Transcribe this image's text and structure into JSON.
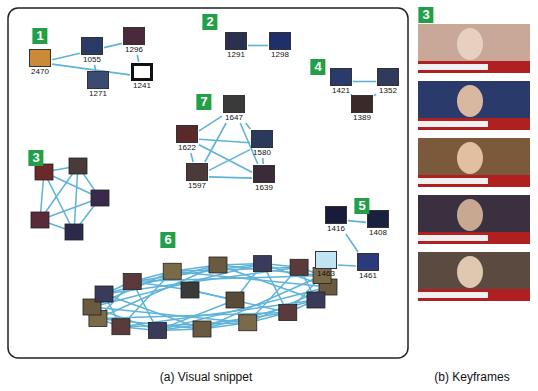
{
  "diagram": {
    "nodes": [
      {
        "text": [
          "1055"
        ]
      },
      {
        "text": [
          "1296"
        ]
      },
      {
        "text": [
          "2470"
        ]
      },
      {
        "text": [
          "1271"
        ]
      },
      {
        "text": [
          "1241"
        ]
      },
      {
        "text": [
          "1291"
        ]
      },
      {
        "text": [
          "1298"
        ]
      },
      {
        "text": [
          "1421"
        ]
      },
      {
        "text": [
          "1352"
        ]
      },
      {
        "text": [
          "1389"
        ]
      },
      {
        "text": [
          "1647"
        ]
      },
      {
        "text": [
          "1622"
        ]
      },
      {
        "text": [
          "1580"
        ]
      },
      {
        "text": [
          "1597"
        ]
      },
      {
        "text": [
          "1639"
        ]
      },
      {
        "text": [
          "1416"
        ]
      },
      {
        "text": [
          "1408"
        ]
      },
      {
        "text": [
          "1463"
        ]
      },
      {
        "text": [
          "1461"
        ]
      }
    ],
    "edges": [
      {
        "from": 2,
        "to": 0,
        "arrow": "none"
      },
      {
        "from": 0,
        "to": 1,
        "arrow": "none"
      },
      {
        "from": 0,
        "to": 3,
        "arrow": "none"
      },
      {
        "from": 1,
        "to": 4,
        "arrow": "none"
      },
      {
        "from": 2,
        "to": 4,
        "arrow": "none"
      },
      {
        "from": 5,
        "to": 6,
        "arrow": "none"
      },
      {
        "from": 7,
        "to": 8,
        "arrow": "none"
      },
      {
        "from": 7,
        "to": 9,
        "arrow": "none"
      },
      {
        "from": 8,
        "to": 9,
        "arrow": "none"
      },
      {
        "from": 10,
        "to": 11,
        "arrow": "none"
      },
      {
        "from": 10,
        "to": 12,
        "arrow": "none"
      },
      {
        "from": 10,
        "to": 13,
        "arrow": "none"
      },
      {
        "from": 10,
        "to": 14,
        "arrow": "none"
      },
      {
        "from": 11,
        "to": 12,
        "arrow": "none"
      },
      {
        "from": 11,
        "to": 13,
        "arrow": "none"
      },
      {
        "from": 11,
        "to": 14,
        "arrow": "none"
      },
      {
        "from": 12,
        "to": 13,
        "arrow": "none"
      },
      {
        "from": 12,
        "to": 14,
        "arrow": "none"
      },
      {
        "from": 13,
        "to": 14,
        "arrow": "none"
      },
      {
        "from": 15,
        "to": 16,
        "arrow": "none"
      },
      {
        "from": 15,
        "to": 18,
        "arrow": "none"
      },
      {
        "from": 17,
        "to": 18,
        "arrow": "none"
      }
    ],
    "labels": [
      "1",
      "2",
      "4",
      "7",
      "3",
      "5",
      "6",
      "3",
      "(a) Visual snippet",
      "(b) Keyframes"
    ]
  }
}
